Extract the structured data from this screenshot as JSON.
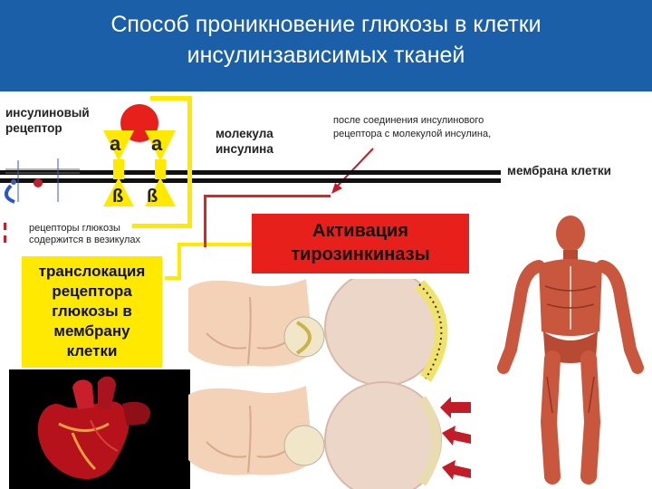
{
  "header": {
    "title_line1": "Способ проникновение глюкозы в клетки",
    "title_line2": "инсулинзависимых тканей"
  },
  "labels": {
    "insulin_receptor_line1": "инсулиновый",
    "insulin_receptor_line2": "рецептор",
    "insulin_molecule_line1": "молекула",
    "insulin_molecule_line2": "инсулина",
    "after_binding_line1": "после соединения инсулинового",
    "after_binding_line2": "рецептора с молекулой инсулина,",
    "cell_membrane": "мембрана клетки",
    "glucose_receptors_line1": "рецепторы глюкозы",
    "glucose_receptors_line2": "содержится в везикулах",
    "activation_line1": "Активация",
    "activation_line2": "тирозинкиназы",
    "translocation_line1": "транслокация",
    "translocation_line2": "рецептора",
    "translocation_line3": "глюкозы в",
    "translocation_line4": "мембрану",
    "translocation_line5": "клетки"
  },
  "receptor": {
    "alpha_left": "a",
    "alpha_right": "a",
    "beta_left": "ß",
    "beta_right": "ß"
  },
  "colors": {
    "header": "#1b5fa8",
    "activation": "#e8201c",
    "translocation": "#ffe900",
    "insulin": "#e8201c",
    "receptor": "#ffe900",
    "muscle": "#c9573e"
  },
  "icons": [
    "insulin-molecule-icon",
    "heart-illustration",
    "muscle-figure-illustration",
    "adipose-tissue-illustration"
  ]
}
